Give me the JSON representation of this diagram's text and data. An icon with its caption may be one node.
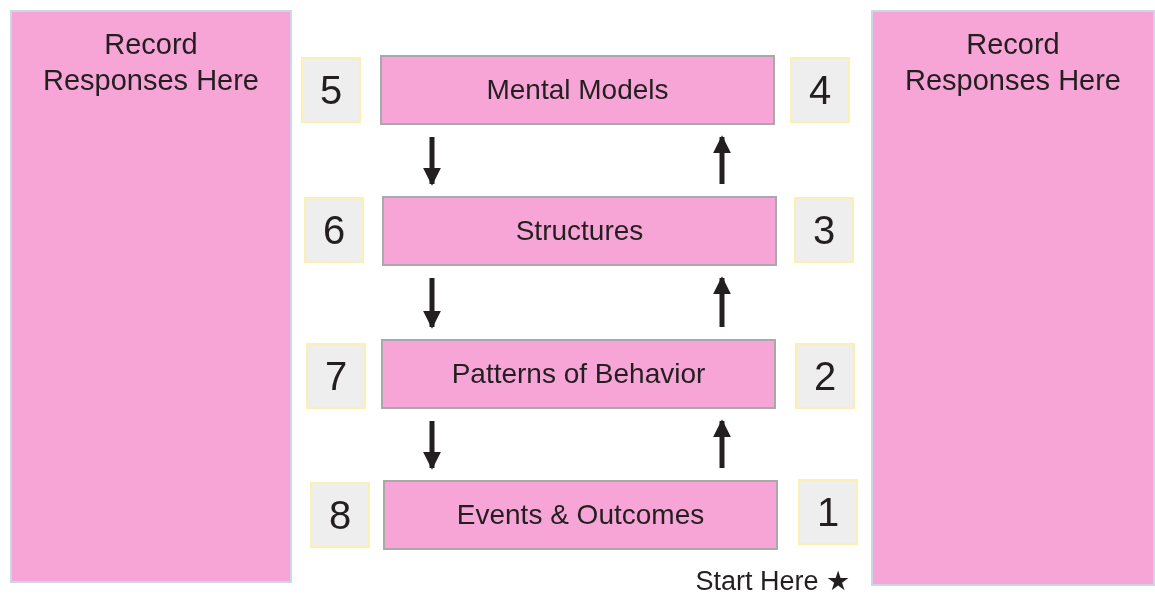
{
  "diagram": {
    "nodes": [
      {
        "text": [
          "Record Responses Here"
        ]
      },
      {
        "text": [
          "5"
        ]
      },
      {
        "text": [
          "Mental Models"
        ]
      },
      {
        "text": [
          "4"
        ]
      },
      {
        "text": [
          "Record Responses Here"
        ]
      },
      {
        "text": [
          "6"
        ]
      },
      {
        "text": [
          "Structures"
        ]
      },
      {
        "text": [
          "3"
        ]
      },
      {
        "text": [
          "7"
        ]
      },
      {
        "text": [
          "Patterns of Behavior"
        ]
      },
      {
        "text": [
          "2"
        ]
      },
      {
        "text": [
          "8"
        ]
      },
      {
        "text": [
          "Events & Outcomes"
        ]
      },
      {
        "text": [
          "1"
        ]
      }
    ],
    "edges": [
      {
        "from": 2,
        "to": 6,
        "arrow": "to"
      },
      {
        "from": 6,
        "to": 2,
        "arrow": "to"
      },
      {
        "from": 6,
        "to": 9,
        "arrow": "to"
      },
      {
        "from": 9,
        "to": 6,
        "arrow": "to"
      },
      {
        "from": 9,
        "to": 12,
        "arrow": "to"
      },
      {
        "from": 12,
        "to": 9,
        "arrow": "to"
      }
    ],
    "labels": [
      "Start Here ★"
    ]
  }
}
